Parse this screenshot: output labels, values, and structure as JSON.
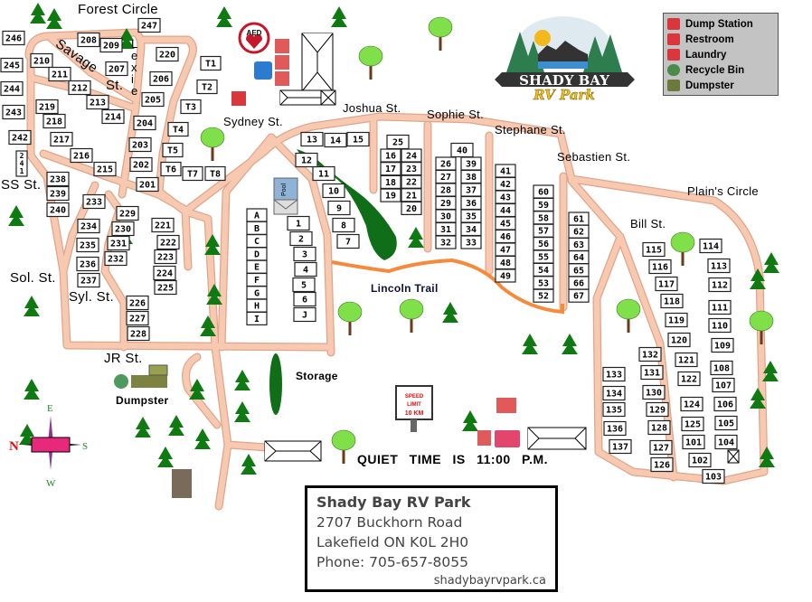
{
  "logo": {
    "name_line1": "SHADY BAY",
    "name_line2": "RV Park"
  },
  "legend": {
    "items": [
      {
        "label": "Dump Station",
        "icon": "dump-station-icon",
        "color": "#d9363e"
      },
      {
        "label": "Restroom",
        "icon": "restroom-icon",
        "color": "#d9363e"
      },
      {
        "label": "Laundry",
        "icon": "laundry-icon",
        "color": "#d9363e"
      },
      {
        "label": "Recycle Bin",
        "icon": "recycle-icon",
        "color": "#4a8a4a"
      },
      {
        "label": "Dumpster",
        "icon": "dumpster-icon",
        "color": "#6b7a3a"
      }
    ]
  },
  "streets": {
    "forest_circle": "Forest Circle",
    "savage": "Savage",
    "savage_st": "St.",
    "lexie": "Lexie",
    "ss": "SS St.",
    "sol": "Sol. St.",
    "syl": "Syl. St.",
    "jr": "JR St.",
    "sydney": "Sydney St.",
    "joshua": "Joshua St.",
    "sophie": "Sophie St.",
    "stephane": "Stephane St.",
    "sebastien": "Sebastien St.",
    "plains": "Plain's Circle",
    "bill": "Bill St.",
    "lincoln": "Lincoln Trail"
  },
  "places": {
    "storage": "Storage",
    "dumpster": "Dumpster",
    "pool": "Pool",
    "aed": "AED",
    "speed_sign": [
      "SPEED",
      "LIMIT",
      "10 KM"
    ]
  },
  "compass": {
    "n": "N",
    "e": "E",
    "s": "S",
    "w": "W"
  },
  "quiet_time": "QUIET TIME IS 11:00 P.M.",
  "address": {
    "name": "Shady Bay RV Park",
    "street": "2707 Buckhorn Road",
    "city": "Lakefield ON K0L 2H0",
    "phone": "Phone: 705-657-8055",
    "website": "shadybayrvpark.ca"
  },
  "colors": {
    "road": "#f6c9b0",
    "road_edge": "#e0a58a",
    "trail": "#f7893b",
    "tree": "#0f7a12",
    "pond": "#0f6e17"
  },
  "sites": {
    "left": [
      "246",
      "245",
      "244",
      "243",
      "242",
      "241",
      "208",
      "209",
      "207",
      "210",
      "211",
      "212",
      "213",
      "214",
      "219",
      "218",
      "217",
      "216",
      "215",
      "238",
      "239",
      "240",
      "233",
      "234",
      "235",
      "236",
      "237",
      "229",
      "230",
      "231",
      "232",
      "226",
      "227",
      "228",
      "221",
      "222",
      "223",
      "224",
      "225",
      "247",
      "220",
      "206",
      "205",
      "204",
      "203",
      "202",
      "201",
      "T1",
      "T2",
      "T3",
      "T4",
      "T5",
      "T6",
      "T7",
      "T8"
    ],
    "letters": [
      "A",
      "B",
      "C",
      "D",
      "E",
      "F",
      "G",
      "H",
      "I"
    ],
    "lake": [
      "1",
      "2",
      "3",
      "4",
      "5",
      "6",
      "J",
      "7",
      "8",
      "9",
      "10",
      "11",
      "12",
      "13",
      "14",
      "15",
      "25",
      "40"
    ],
    "c16": [
      "16",
      "17",
      "18",
      "19"
    ],
    "c24": [
      "24",
      "23",
      "22",
      "21",
      "20"
    ],
    "c26": [
      "26",
      "27",
      "28",
      "29",
      "30",
      "31",
      "32"
    ],
    "c39": [
      "39",
      "38",
      "37",
      "36",
      "35",
      "34",
      "33"
    ],
    "c41": [
      "41",
      "42",
      "43",
      "44",
      "45",
      "46",
      "47",
      "48",
      "49"
    ],
    "c60": [
      "60",
      "59",
      "58",
      "57",
      "56",
      "55",
      "54",
      "53",
      "52"
    ],
    "c61": [
      "61",
      "62",
      "63",
      "64",
      "65",
      "66",
      "67"
    ],
    "right": [
      "115",
      "116",
      "117",
      "118",
      "119",
      "120",
      "121",
      "122",
      "124",
      "125",
      "101",
      "102",
      "103",
      "114",
      "113",
      "112",
      "111",
      "110",
      "109",
      "108",
      "107",
      "106",
      "105",
      "104",
      "132",
      "131",
      "130",
      "129",
      "128",
      "127",
      "126",
      "133",
      "134",
      "135",
      "136",
      "137"
    ]
  }
}
